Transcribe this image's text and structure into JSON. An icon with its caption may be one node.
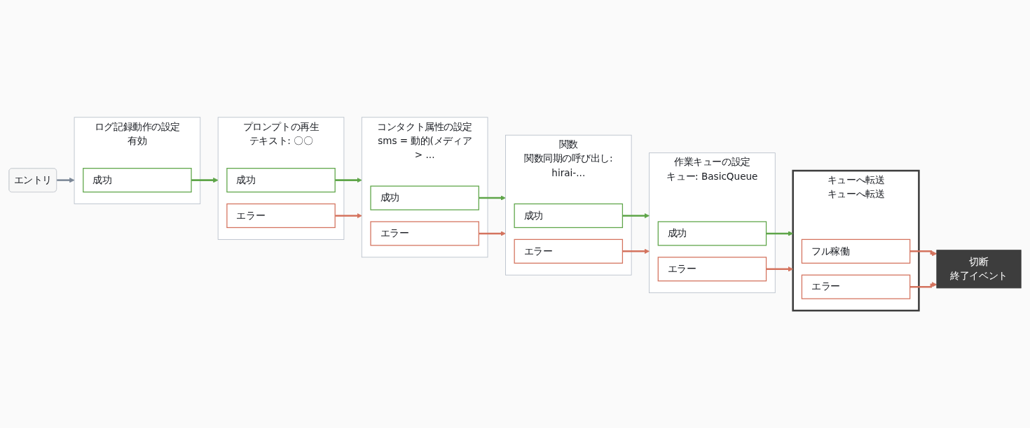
{
  "diagram": {
    "nodes": [
      {
        "text": [
          "エントリ"
        ]
      },
      {
        "text": [
          "ログ記録動作の設定",
          "有効"
        ]
      },
      {
        "text": [
          "成功"
        ],
        "in": 1
      },
      {
        "text": [
          "プロンプトの再生",
          "テキスト: 〇〇"
        ]
      },
      {
        "text": [
          "成功"
        ],
        "in": 3
      },
      {
        "text": [
          "エラー"
        ],
        "in": 3
      },
      {
        "text": [
          "コンタクト属性の設定",
          "sms = 動的(メディア > ..."
        ]
      },
      {
        "text": [
          "成功"
        ],
        "in": 6
      },
      {
        "text": [
          "エラー"
        ],
        "in": 6
      },
      {
        "text": [
          "関数",
          "関数同期の呼び出し: hirai-..."
        ]
      },
      {
        "text": [
          "成功"
        ],
        "in": 9
      },
      {
        "text": [
          "エラー"
        ],
        "in": 9
      },
      {
        "text": [
          "作業キューの設定",
          "キュー: BasicQueue"
        ]
      },
      {
        "text": [
          "成功"
        ],
        "in": 12
      },
      {
        "text": [
          "エラー"
        ],
        "in": 12
      },
      {
        "text": [
          "キューへ転送",
          "キューへ転送"
        ]
      },
      {
        "text": [
          "フル稼働"
        ],
        "in": 15
      },
      {
        "text": [
          "エラー"
        ],
        "in": 15
      },
      {
        "text": [
          "切断",
          "終了イベント"
        ]
      }
    ],
    "edges": [
      {
        "from": 0,
        "to": 1,
        "arrow": "to",
        "color": "#7b8797"
      },
      {
        "from": 2,
        "to": 3,
        "arrow": "to",
        "color": "#5ea548"
      },
      {
        "from": 4,
        "to": 6,
        "arrow": "to",
        "color": "#5ea548"
      },
      {
        "from": 5,
        "to": 6,
        "arrow": "to",
        "color": "#d4735e"
      },
      {
        "from": 7,
        "to": 9,
        "arrow": "to",
        "color": "#5ea548"
      },
      {
        "from": 8,
        "to": 9,
        "arrow": "to",
        "color": "#d4735e"
      },
      {
        "from": 10,
        "to": 12,
        "arrow": "to",
        "color": "#5ea548"
      },
      {
        "from": 11,
        "to": 12,
        "arrow": "to",
        "color": "#d4735e"
      },
      {
        "from": 13,
        "to": 15,
        "arrow": "to",
        "color": "#5ea548"
      },
      {
        "from": 14,
        "to": 15,
        "arrow": "to",
        "color": "#d4735e"
      },
      {
        "from": 16,
        "to": 18,
        "arrow": "to",
        "color": "#d4735e"
      },
      {
        "from": 17,
        "to": 18,
        "arrow": "to",
        "color": "#d4735e"
      }
    ]
  }
}
